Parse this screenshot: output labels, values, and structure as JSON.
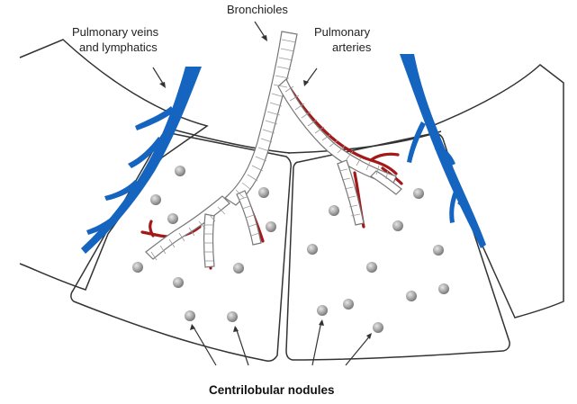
{
  "labels": {
    "bronchioles": "Bronchioles",
    "pulmonary_veins_line1": "Pulmonary veins",
    "pulmonary_veins_line2": "and lymphatics",
    "pulmonary_arteries_line1": "Pulmonary",
    "pulmonary_arteries_line2": "arteries",
    "centrilobular_nodules": "Centrilobular nodules"
  },
  "colors": {
    "vein": "#1565c0",
    "artery": "#a31919",
    "nodule": "#9a9a9a",
    "outline": "#333333",
    "bronchiole_wall": "#777777"
  }
}
